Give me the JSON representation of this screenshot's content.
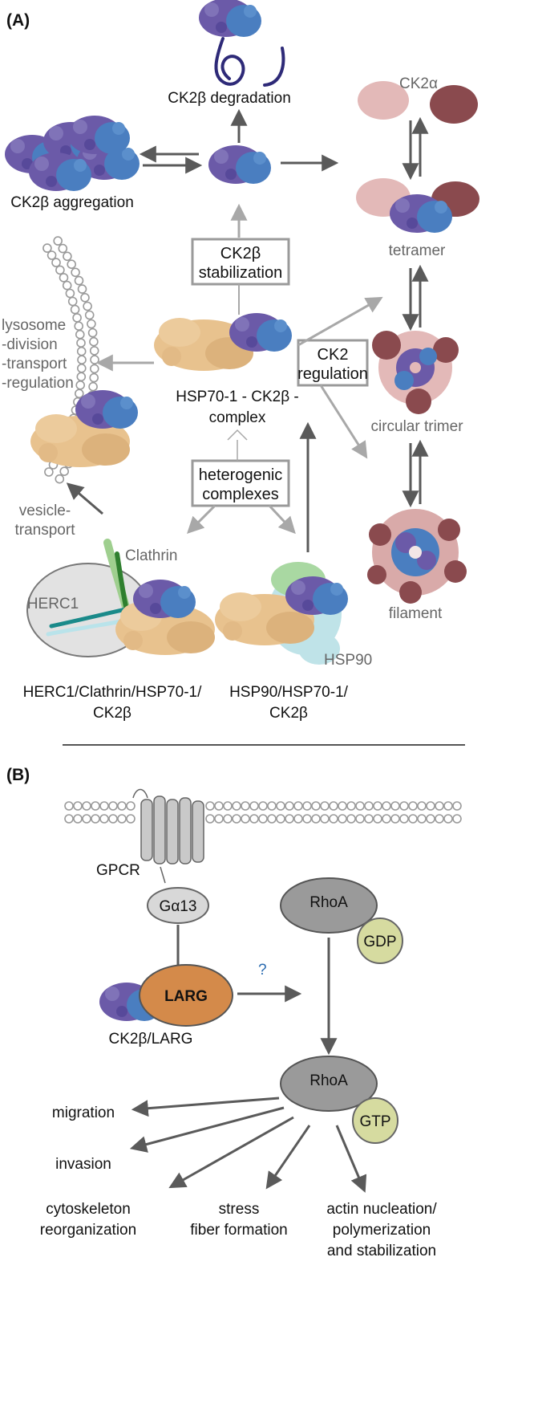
{
  "panel_a": {
    "label": "(A)",
    "ck2b_degradation": "CK2β degradation",
    "ck2b_aggregation": "CK2β aggregation",
    "ck2a": "CK2α",
    "tetramer": "tetramer",
    "circular_trimer": "circular trimer",
    "filament": "filament",
    "stabilization_box": [
      "CK2β",
      "stabilization"
    ],
    "regulation_box": [
      "CK2",
      "regulation"
    ],
    "heterogenic_box": [
      "heterogenic",
      "complexes"
    ],
    "lysosome_lines": [
      "lysosome",
      "-division",
      "-transport",
      "-regulation"
    ],
    "vesicle_transport": [
      "vesicle-",
      "transport"
    ],
    "hsp70_complex": [
      "HSP70-1 - CK2β -",
      "complex"
    ],
    "clathrin": "Clathrin",
    "herc1": "HERC1",
    "hsp90": "HSP90",
    "herc1_complex": [
      "HERC1/Clathrin/HSP70-1/",
      "CK2β"
    ],
    "hsp90_complex": [
      "HSP90/HSP70-1/",
      "CK2β"
    ]
  },
  "panel_b": {
    "label": "(B)",
    "gpcr": "GPCR",
    "galpha13": "Gα13",
    "rhoa_top": "RhoA",
    "gdp": "GDP",
    "question": "?",
    "larg": "LARG",
    "ck2b_larg": "CK2β/LARG",
    "rhoa_bottom": "RhoA",
    "gtp": "GTP",
    "migration": "migration",
    "invasion": "invasion",
    "cytoskeleton": [
      "cytoskeleton",
      "reorganization"
    ],
    "stress_fiber": [
      "stress",
      "fiber formation"
    ],
    "actin": [
      "actin nucleation/",
      "polymerization",
      "and stabilization"
    ]
  },
  "colors": {
    "ck2b_purple": "#6b5aa8",
    "ck2b_blue": "#4a7ec0",
    "hsp70_tan": "#e8c28e",
    "ck2a_pink": "#e3b9b8",
    "ck2a_brown": "#8a4a4e",
    "larg_orange": "#d48a4a",
    "gtp_green": "#d6dba0",
    "arrow_dark": "#5a5a5a",
    "arrow_light": "#a8a8a8"
  }
}
